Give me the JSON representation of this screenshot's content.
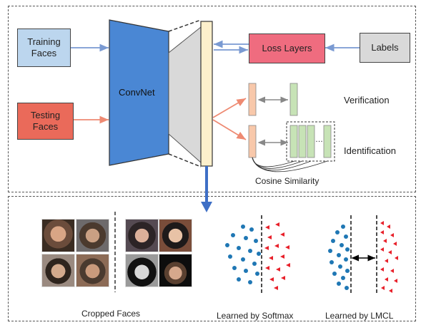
{
  "top": {
    "training_faces": "Training\nFaces",
    "testing_faces": "Testing\nFaces",
    "convnet": "ConvNet",
    "loss_layers": "Loss Layers",
    "labels": "Labels",
    "verification": "Verification",
    "identification": "Identification",
    "cosine_similarity": "Cosine Similarity",
    "ellipsis": "…"
  },
  "bottom": {
    "cropped_faces": "Cropped Faces",
    "learned_softmax": "Learned by Softmax",
    "learned_lmcl": "Learned by LMCL"
  },
  "colors": {
    "training": "#bcd6ee",
    "testing": "#ea6a5a",
    "convnet": "#4a87d4",
    "funnel": "#d9d9d9",
    "feature": "#fdf0cc",
    "loss": "#ef6c7f",
    "labels": "#d9d9d9",
    "peach": "#f8c8aa",
    "green": "#c7e3b6",
    "blue_arrow": "#7a9ad2",
    "red_arrow": "#ee8a72",
    "big_arrow": "#3e6fc6",
    "dot": "#1f77b4",
    "tri": "#e8202a"
  }
}
